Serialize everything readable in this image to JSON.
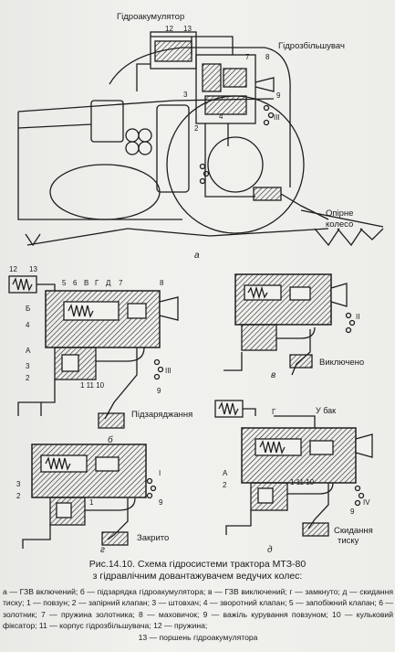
{
  "figure_a": {
    "labels": {
      "accumulator": "Гідроакумулятор",
      "booster": "Гідрозбільшувач",
      "support_wheel_1": "Опірне",
      "support_wheel_2": "колесо",
      "n12": "12",
      "n13": "13",
      "n7": "7",
      "n8": "8",
      "n3": "3",
      "n9": "9",
      "n2": "2",
      "n4": "4",
      "nIII": "III"
    },
    "letter": "а"
  },
  "figure_b": {
    "labels": {
      "n12": "12",
      "n13": "13",
      "n5": "5",
      "n6": "6",
      "nV": "В",
      "nG": "Г",
      "nD": "Д",
      "n7": "7",
      "n8": "8",
      "nB": "Б",
      "n4": "4",
      "nA": "А",
      "n3": "3",
      "n2": "2",
      "bottom": "1 11 10",
      "n9": "9",
      "nIII": "III",
      "state": "Підзаряджання"
    },
    "letter": "б"
  },
  "figure_v": {
    "labels": {
      "nII": "II",
      "state": "Виключено"
    },
    "letter": "в"
  },
  "figure_g": {
    "labels": {
      "n3": "3",
      "n2": "2",
      "n1": "1",
      "nI": "I",
      "n9": "9",
      "state": "Закрито"
    },
    "letter": "г"
  },
  "figure_d": {
    "labels": {
      "nG": "Г",
      "tank": "У бак",
      "nA": "А",
      "n2": "2",
      "bottom": "1 11 10",
      "nIV": "IV",
      "n9": "9",
      "state_1": "Скидання",
      "state_2": "тиску"
    },
    "letter": "д"
  },
  "caption": {
    "line1": "Рис.14.10. Схема гідросистеми трактора МТЗ-80",
    "line2": "з гідравлічним довантажувачем ведучих колес:"
  },
  "legend": {
    "text": "а — ГЗВ включений; б — підзарядка гідроакумулятора; в — ГЗВ виключений; г — замкнуто; д — скидання тиску; 1 — повзун; 2 — запірний клапан; 3 — штовхач; 4 — зворотний клапан; 5 — запобіжний клапан; 6 — золотник; 7 — пружина золотника; 8 — маховичок; 9 — важіль курування повзуном; 10 — кульковий фіксатор; 11 — корпус гідрозбільшувача; 12 — пружина;",
    "last": "13 — поршень гідроакумулятора"
  }
}
